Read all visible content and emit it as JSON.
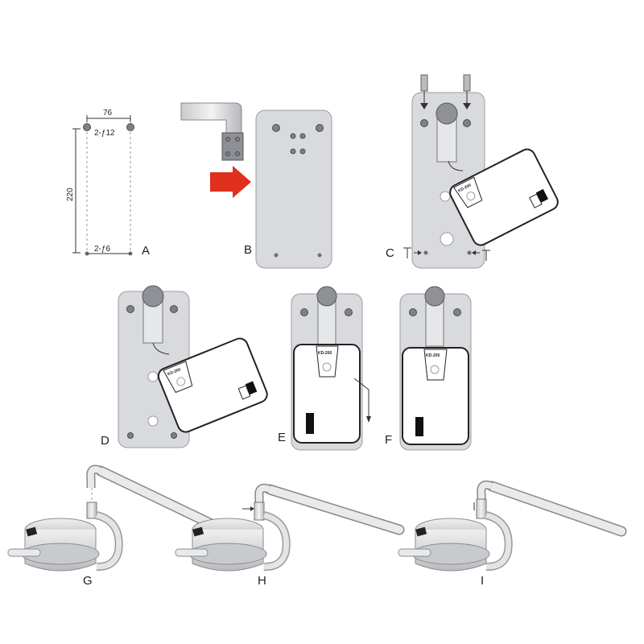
{
  "panel_labels": [
    "A",
    "B",
    "C",
    "D",
    "E",
    "F",
    "G",
    "H",
    "I"
  ],
  "dimensions": {
    "width": "76",
    "height": "220",
    "top_holes": "2-ƒ12",
    "bottom_holes": "2-ƒ6"
  },
  "device_label": "KD-200",
  "colors": {
    "plate": "#d9dadd",
    "arrow": "#e0301e",
    "outline": "#222222"
  },
  "icons": [
    "mounting-plate",
    "red-arrow",
    "bracket",
    "bolt",
    "screw",
    "device-box",
    "pressure-gauge",
    "lever-arm"
  ]
}
